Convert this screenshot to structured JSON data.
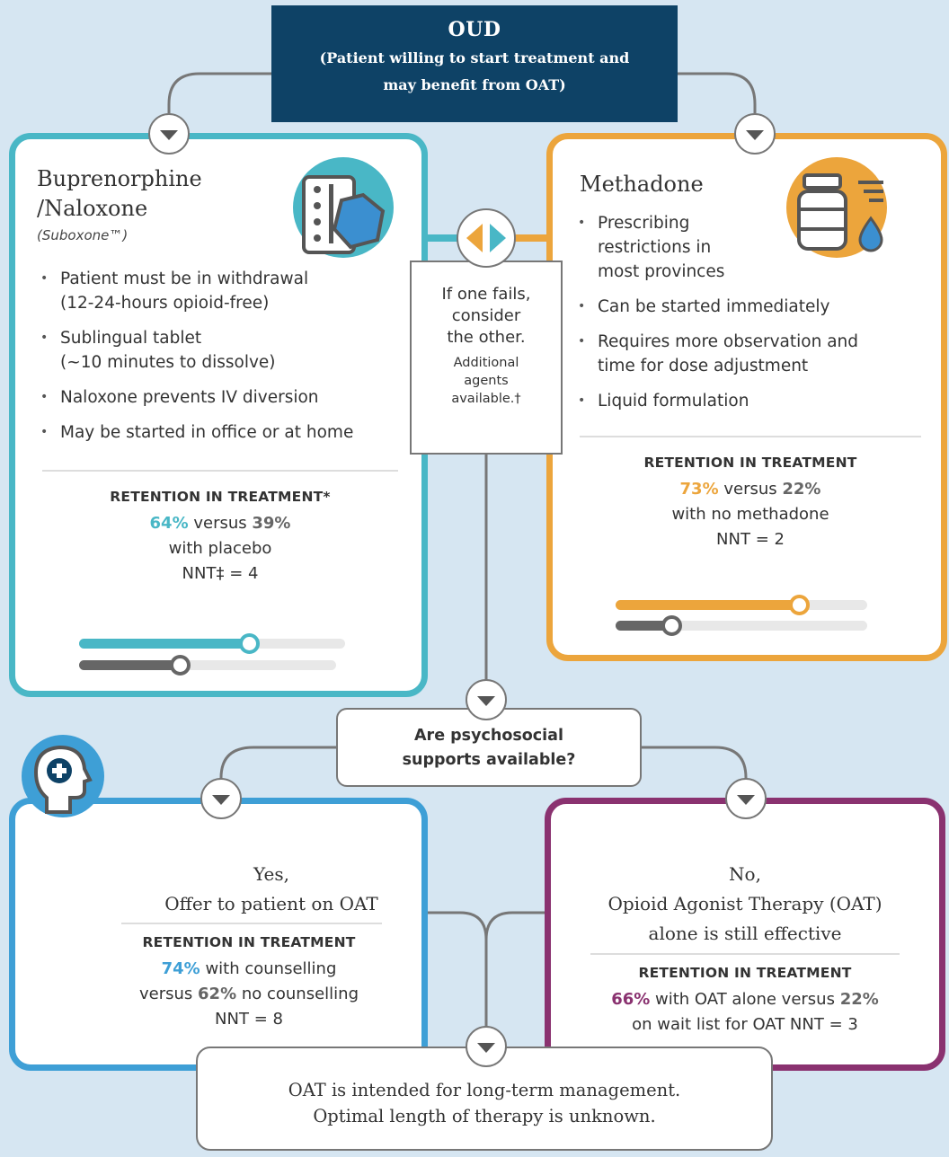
{
  "colors": {
    "bup": "#49b7c6",
    "met": "#eca53c",
    "yes": "#3e9fd6",
    "no": "#8a3270",
    "header": "#0e4266",
    "grey": "#666666"
  },
  "oud": {
    "title": "OUD",
    "subtitle_line1": "(Patient willing to start treatment and",
    "subtitle_line2": "may benefit from OAT)"
  },
  "bup": {
    "title_line1": "Buprenorphine",
    "title_line2": "/Naloxone",
    "brand": "(Suboxone™)",
    "icon": "pill-blister-pack-icon",
    "bullets": [
      {
        "line1": "Patient must be in withdrawal",
        "line2": "(12-24-hours opioid-free)"
      },
      {
        "line1": "Sublingual tablet",
        "line2": "(~10 minutes to dissolve)"
      },
      {
        "line1": "Naloxone prevents IV diversion",
        "line2": ""
      },
      {
        "line1": "May be started in office or at home",
        "line2": ""
      }
    ],
    "retention": {
      "heading": "RETENTION IN TREATMENT*",
      "pct_a": "64%",
      "versus": " versus ",
      "pct_b": "39%",
      "line2": "with placebo",
      "nnt": "NNT‡ = 4"
    },
    "bar_levels": {
      "treatment": 0.64,
      "comparison": 0.39
    }
  },
  "met": {
    "title": "Methadone",
    "icon": "medicine-bottle-liquid-icon",
    "bullets": [
      {
        "line1": "Prescribing",
        "line2": "restrictions in",
        "line3": "most provinces"
      },
      {
        "line1": "Can be started immediately",
        "line2": "",
        "line3": ""
      },
      {
        "line1": "Requires more observation and",
        "line2": "time for dose adjustment",
        "line3": ""
      },
      {
        "line1": "Liquid formulation",
        "line2": "",
        "line3": ""
      }
    ],
    "retention": {
      "heading": "RETENTION IN TREATMENT",
      "pct_a": "73%",
      "versus": " versus ",
      "pct_b": "22%",
      "line2": "with no methadone",
      "nnt": "NNT = 2"
    },
    "bar_levels": {
      "treatment": 0.73,
      "comparison": 0.22
    }
  },
  "switch": {
    "icon": "switch-arrows-icon",
    "line1": "If one fails,",
    "line2": "consider",
    "line3": "the other.",
    "small1": "Additional",
    "small2": "agents",
    "small3": "available.†"
  },
  "psy": {
    "line1": "Are psychosocial",
    "line2": "supports available?"
  },
  "yes": {
    "icon": "head-medical-cross-icon",
    "title_line1": "Yes,",
    "title_line2": "Offer to patient on OAT",
    "retention": {
      "heading": "RETENTION IN TREATMENT",
      "pct_a": "74%",
      "text_a": " with counselling",
      "pre_b": "versus ",
      "pct_b": "62%",
      "text_b": " no counselling",
      "nnt": "NNT = 8"
    }
  },
  "no": {
    "title_line1": "No,",
    "title_line2": "Opioid Agonist Therapy (OAT)",
    "title_line3": "alone is still effective",
    "retention": {
      "heading": "RETENTION IN TREATMENT",
      "pct_a": "66%",
      "text_a": " with OAT alone versus ",
      "pct_b": "22%",
      "line2": "on wait list for OAT NNT = 3"
    }
  },
  "bottom": {
    "line1": "OAT is intended for long-term management.",
    "line2": "Optimal length of therapy is unknown."
  }
}
